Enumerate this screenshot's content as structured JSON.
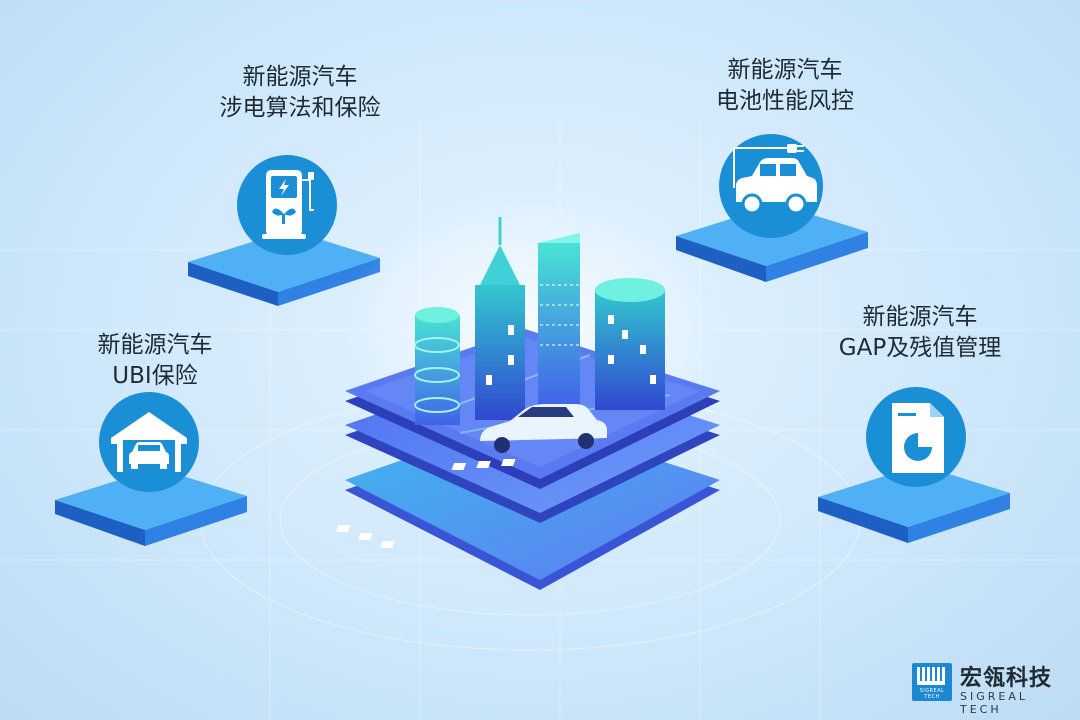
{
  "features": [
    {
      "id": "charging",
      "line1": "新能源汽车",
      "line2": "涉电算法和保险",
      "icon": "charging-station-icon"
    },
    {
      "id": "battery",
      "line1": "新能源汽车",
      "line2": "电池性能风控",
      "icon": "electric-car-plug-icon"
    },
    {
      "id": "ubi",
      "line1": "新能源汽车",
      "line2": "UBI保险",
      "icon": "car-garage-icon"
    },
    {
      "id": "gap",
      "line1": "新能源汽车",
      "line2": "GAP及残值管理",
      "icon": "document-pie-chart-icon"
    }
  ],
  "center_scene": {
    "icon": "smart-city-platform-icon"
  },
  "brand": {
    "mark_text": "SIGREAL TECH",
    "name_cn": "宏瓴科技",
    "name_en": "SIGREAL TECH"
  },
  "colors": {
    "background": "#d2e9fb",
    "accent_blue": "#1d88cf",
    "tile_blue": "#2a7fe0",
    "text": "#1f2a33"
  }
}
